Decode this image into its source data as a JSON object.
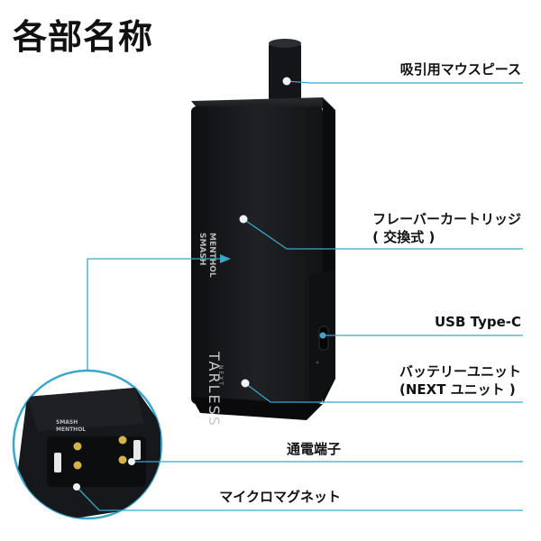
{
  "title": "各部名称",
  "parts": {
    "mouthpiece": "吸引用マウスピース",
    "cartridge_line1": "フレーバーカートリッジ",
    "cartridge_line2": "( 交換式 )",
    "usb": "USB Type-C",
    "battery_line1": "バッテリーユニット",
    "battery_line2": "(NEXT ユニット )",
    "terminal": "通電端子",
    "magnet": "マイクロマグネット"
  },
  "device_print": {
    "flavor_line1": "SMASH",
    "flavor_line2": "MENTHOL",
    "brand": "TARLESS",
    "sub_brand": "NEXT"
  },
  "colors": {
    "leader_line": "#3aa6c9",
    "device_body": "#17181a",
    "dot": "#111111"
  }
}
